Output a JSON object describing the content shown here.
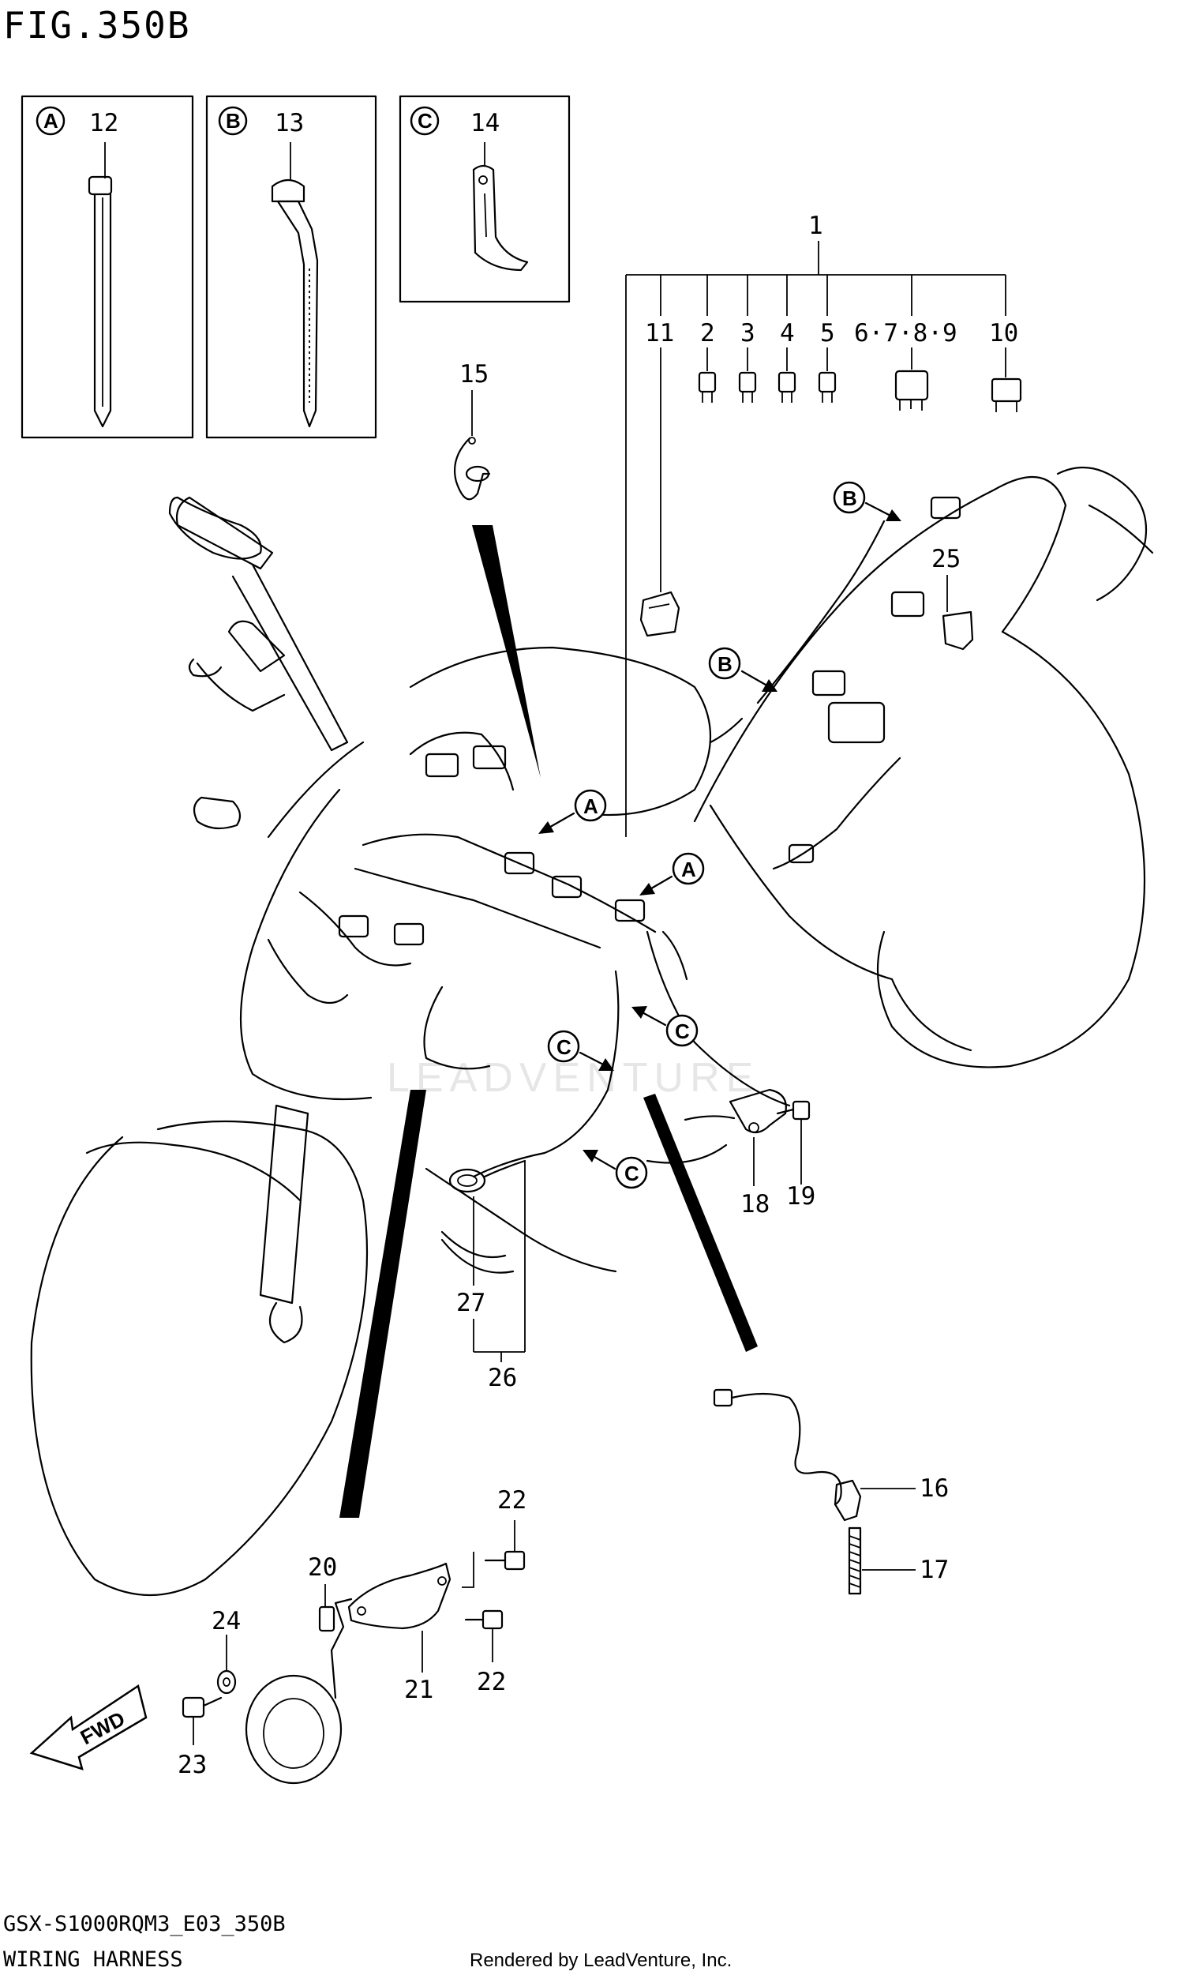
{
  "figure": {
    "title": "FIG.350B"
  },
  "footer": {
    "model_code": "GSX-S1000RQM3_E03_350B",
    "section_name": "WIRING HARNESS",
    "rendered_by": "Rendered by LeadVenture, Inc."
  },
  "watermark": {
    "text": "LEADVENTURE"
  },
  "detail_boxes": [
    {
      "letter": "A",
      "part": "12"
    },
    {
      "letter": "B",
      "part": "13"
    },
    {
      "letter": "C",
      "part": "14"
    }
  ],
  "callouts": {
    "a1": "A",
    "a2": "A",
    "b1": "B",
    "b2": "B",
    "c1": "C",
    "c2": "C",
    "c3": "C"
  },
  "part_labels": {
    "p1": "1",
    "p2": "2",
    "p3": "3",
    "p4": "4",
    "p5": "5",
    "p6789": "6·7·8·9",
    "p10": "10",
    "p11": "11",
    "p15": "15",
    "p16": "16",
    "p17": "17",
    "p18": "18",
    "p19": "19",
    "p20": "20",
    "p21": "21",
    "p22a": "22",
    "p22b": "22",
    "p23": "23",
    "p24": "24",
    "p25": "25",
    "p26": "26",
    "p27": "27"
  },
  "fwd_arrow": {
    "label": "FWD"
  }
}
